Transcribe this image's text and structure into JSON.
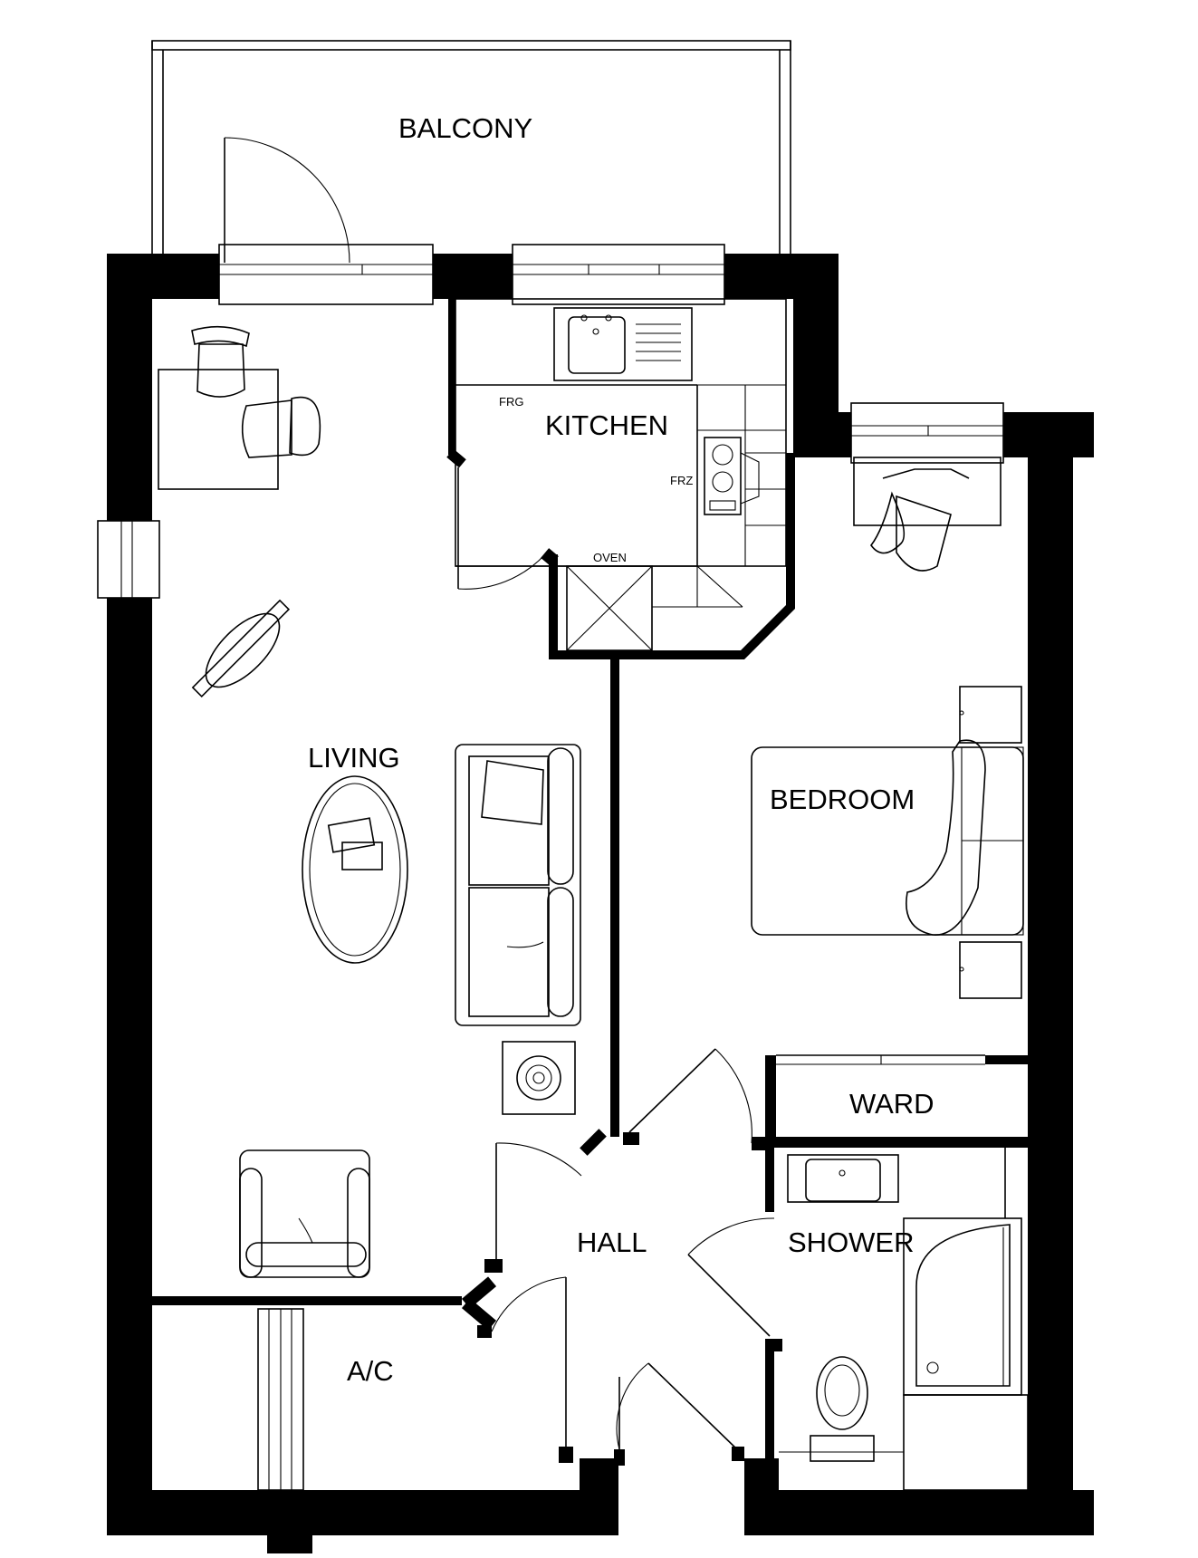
{
  "rooms": {
    "balcony": "BALCONY",
    "kitchen": "KITCHEN",
    "living": "LIVING",
    "bedroom": "BEDROOM",
    "ward": "WARD",
    "hall": "HALL",
    "shower": "SHOWER",
    "ac": "A/C"
  },
  "appliances": {
    "fridge": "FRG",
    "freezer": "FRZ",
    "oven": "OVEN"
  }
}
